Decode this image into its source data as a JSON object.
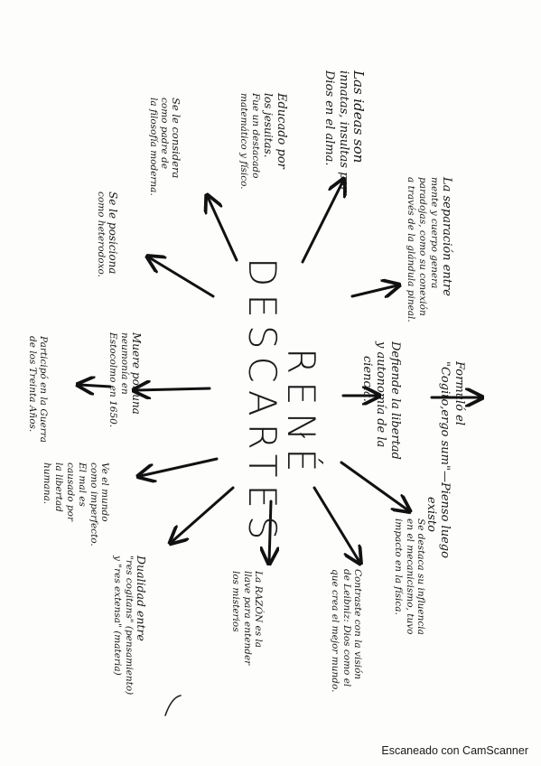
{
  "title": {
    "line1": "RENÉ",
    "line2": "DESCARTES"
  },
  "branches": [
    {
      "id": "cogito",
      "lines": [
        "Formuló el",
        "\"Cogito,ergo sum\"—Pienso luego",
        "existo"
      ]
    },
    {
      "id": "libertad",
      "lines": [
        "Defiende la libertad",
        "y autonomía de la",
        "ciencia."
      ]
    },
    {
      "id": "separacion",
      "lines": [
        "La separación entre",
        "mente y cuerpo genera",
        "paradojas, como su conexión",
        "a través de la glándula pineal."
      ]
    },
    {
      "id": "ideas",
      "lines": [
        "Las ideas son",
        "innatas, insultas por",
        "Dios en el alma."
      ]
    },
    {
      "id": "jesuitas",
      "lines": [
        "Educado por",
        "los jesuitas.",
        "Fue un destacado",
        "matemático y físico."
      ]
    },
    {
      "id": "padre",
      "lines": [
        "Se le considera",
        "como padre de",
        "la filosofía moderna."
      ]
    },
    {
      "id": "heterodoxo",
      "lines": [
        "Se le posiciona",
        "como heterodoxo."
      ]
    },
    {
      "id": "muerte",
      "lines": [
        "Muere por una",
        "neumonía en",
        "Estocolmo en 1650."
      ]
    },
    {
      "id": "guerra",
      "lines": [
        "Participó en la Guerra",
        "de los Treinta Años."
      ]
    },
    {
      "id": "mundo",
      "lines": [
        "Ve el mundo",
        "como imperfecto.",
        "El mal es",
        "causado por",
        "la libertad",
        "humana."
      ]
    },
    {
      "id": "dualidad",
      "lines": [
        "Dualidad entre",
        "\"res cogitans\" (pensamiento)",
        "y \"res extensa\" (materia)"
      ]
    },
    {
      "id": "razon",
      "lines": [
        "La RAZÓN es la",
        "llave para entender",
        "los misterios"
      ]
    },
    {
      "id": "leibniz",
      "lines": [
        "Contraste con la visión",
        "de Leibniz: Dios como el",
        "que crea el mejor mundo."
      ]
    },
    {
      "id": "mecanicismo",
      "lines": [
        "Se destaca su influencia",
        "en el mecanicismo, tuvo",
        "impacto en la física."
      ]
    }
  ],
  "footer": "Escaneado con CamScanner"
}
